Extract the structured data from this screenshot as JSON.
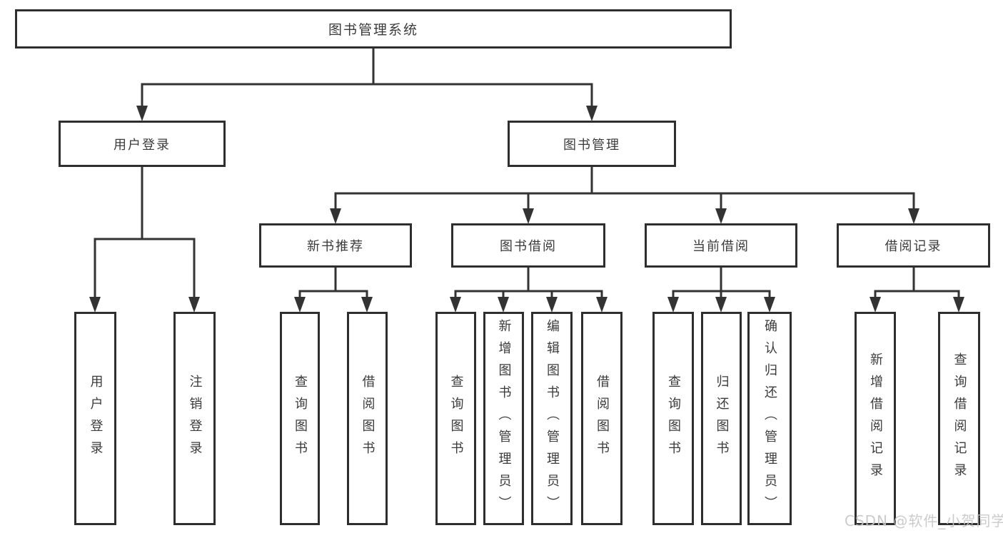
{
  "colors": {
    "line": "#333333",
    "border": "#2e2e2e",
    "text": "#3b3b3b",
    "background": "#ffffff",
    "watermark": "#c6c6c6"
  },
  "tree": {
    "root": {
      "label": "图书管理系统",
      "children": [
        {
          "label": "用户登录",
          "children": [
            {
              "label": "用户登录"
            },
            {
              "label": "注销登录"
            }
          ]
        },
        {
          "label": "图书管理",
          "children": [
            {
              "label": "新书推荐",
              "children": [
                {
                  "label": "查询图书"
                },
                {
                  "label": "借阅图书"
                }
              ]
            },
            {
              "label": "图书借阅",
              "children": [
                {
                  "label": "查询图书"
                },
                {
                  "label": "新增图书（管理员）"
                },
                {
                  "label": "编辑图书（管理员）"
                },
                {
                  "label": "借阅图书"
                }
              ]
            },
            {
              "label": "当前借阅",
              "children": [
                {
                  "label": "查询图书"
                },
                {
                  "label": "归还图书"
                },
                {
                  "label": "确认归还（管理员）"
                }
              ]
            },
            {
              "label": "借阅记录",
              "children": [
                {
                  "label": "新增借阅记录"
                },
                {
                  "label": "查询借阅记录"
                }
              ]
            }
          ]
        }
      ]
    }
  },
  "watermark": {
    "text": "CSDN @软件_小贺同学"
  }
}
